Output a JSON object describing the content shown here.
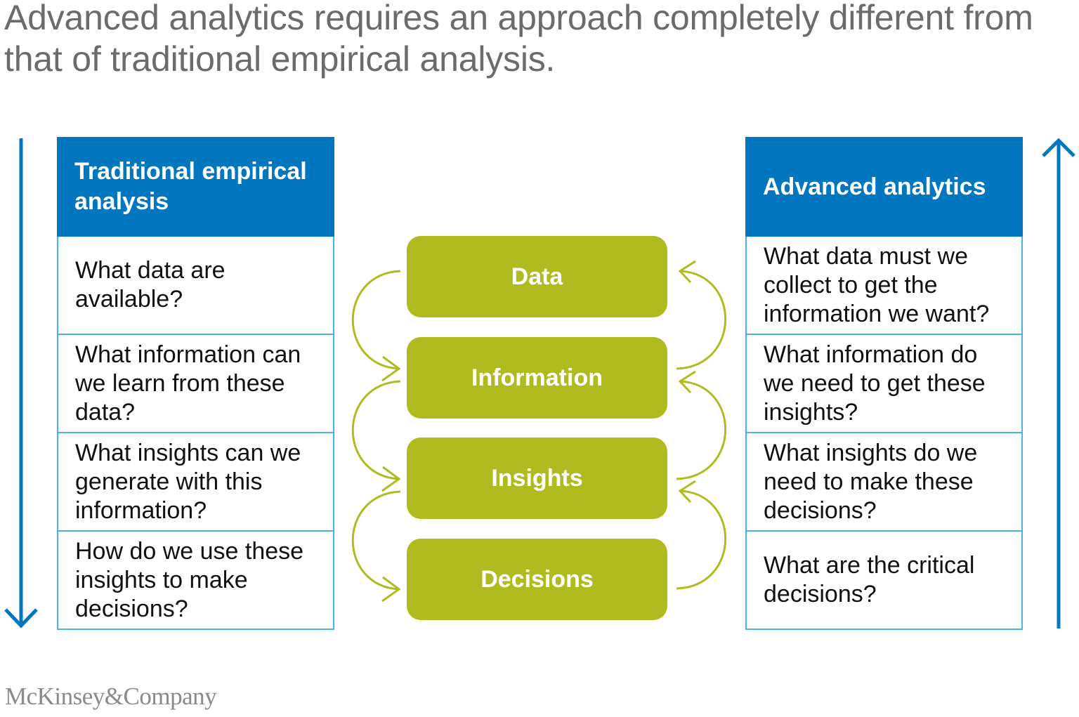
{
  "title": "Advanced analytics requires an approach completely different from that of traditional empirical analysis.",
  "left_column": {
    "header": "Traditional empirical analysis",
    "questions": [
      "What data are available?",
      "What information can we learn from these data?",
      "What insights can we generate with this information?",
      "How do we use these insights to make decisions?"
    ]
  },
  "center_steps": [
    "Data",
    "Information",
    "Insights",
    "Decisions"
  ],
  "right_column": {
    "header": "Advanced analytics",
    "questions": [
      "What data must we collect to get the information we want?",
      "What information do we need to get these insights?",
      "What insights do we need to make these decisions?",
      "What are the critical decisions?"
    ]
  },
  "logo": "McKinsey&Company",
  "colors": {
    "blue": "#0277bf",
    "light_blue": "#4db0e6",
    "green": "#b0bb1f",
    "title_gray": "#6b6b6b"
  }
}
